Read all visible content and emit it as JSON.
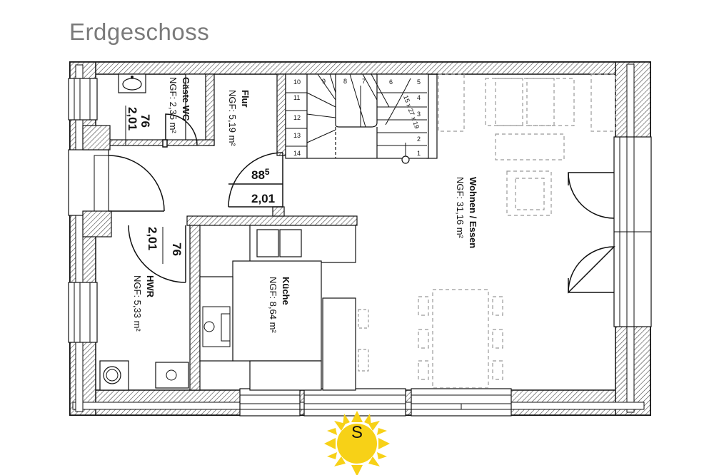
{
  "title": "Erdgeschoss",
  "rooms": {
    "gaeste_wc": {
      "name": "Gäste WC",
      "area": "NGF: 2,35 m²"
    },
    "flur": {
      "name": "Flur",
      "area": "NGF: 5,19 m²"
    },
    "hwr": {
      "name": "HWR",
      "area": "NGF: 5,33 m²"
    },
    "kueche": {
      "name": "Küche",
      "area": "NGF: 8,64 m²"
    },
    "wohnen": {
      "name": "Wohnen / Essen",
      "area": "NGF:   31,16 m²"
    }
  },
  "dimensions": {
    "wc_door_width": "76",
    "wc_door_height": "2,01",
    "flur_door_width": "88",
    "flur_door_width_sup": "5",
    "flur_door_height": "2,01",
    "hwr_door_width": "76",
    "hwr_door_height": "2,01"
  },
  "stair": {
    "spec": "15 x 27 x 19",
    "steps": [
      "1",
      "2",
      "3",
      "4",
      "5",
      "6",
      "7",
      "8",
      "9",
      "10",
      "11",
      "12",
      "13",
      "14"
    ]
  },
  "compass": {
    "label": "S",
    "color": "#f7d117"
  },
  "colors": {
    "wall": "#111111",
    "furniture": "#999999"
  }
}
